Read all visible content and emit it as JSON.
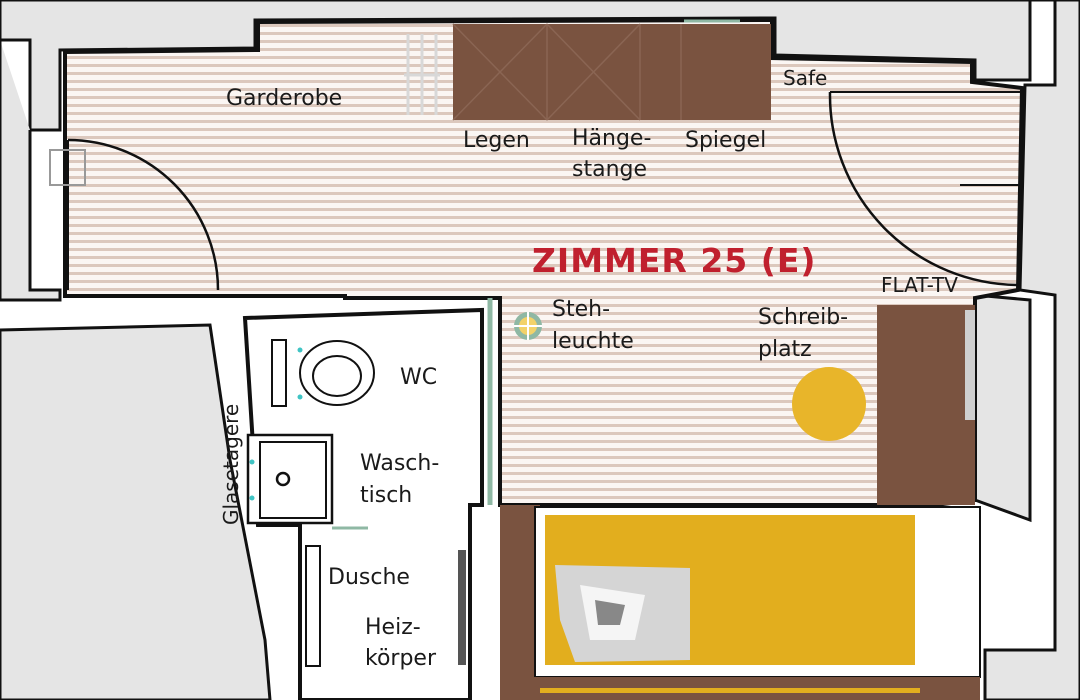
{
  "room": {
    "title": "ZIMMER 25 (E)"
  },
  "labels": {
    "garderobe": "Garderobe",
    "legen": "Legen",
    "haengestange_1": "Hänge-",
    "haengestange_2": "stange",
    "spiegel": "Spiegel",
    "safe": "Safe",
    "flat_tv": "FLAT-TV",
    "stehleuchte_1": "Steh-",
    "stehleuchte_2": "leuchte",
    "schreibplatz_1": "Schreib-",
    "schreibplatz_2": "platz",
    "wc": "WC",
    "waschtisch_1": "Wasch-",
    "waschtisch_2": "tisch",
    "dusche": "Dusche",
    "heizkoerper_1": "Heiz-",
    "heizkoerper_2": "körper",
    "glasetagere": "Glasetagere"
  },
  "colors": {
    "wall": "#ffffff",
    "wall_fill": "#e6e6e6",
    "outline": "#111111",
    "floor_stripe": "#d9c9bf",
    "wood": "#7a5340",
    "title_red": "#c0202e",
    "bed_yellow": "#e2ae1e",
    "lamp_yellow": "#e8b52a",
    "glass_green": "#8fb8a4",
    "fixture_cyan": "#3fc4c4"
  }
}
